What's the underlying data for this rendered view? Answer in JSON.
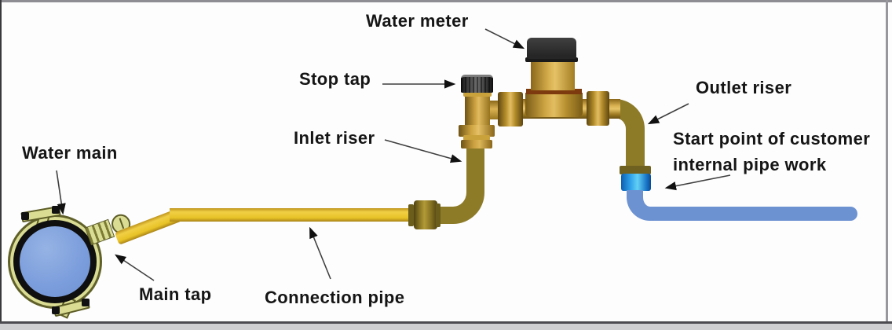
{
  "diagram": {
    "labels": {
      "water_main": "Water main",
      "main_tap": "Main tap",
      "connection_pipe": "Connection pipe",
      "inlet_riser": "Inlet riser",
      "stop_tap": "Stop tap",
      "water_meter": "Water meter",
      "outlet_riser": "Outlet riser",
      "start_point_line1": "Start point of customer",
      "start_point_line2": "internal pipe work"
    },
    "colors": {
      "connection_pipe_yellow": "#e8c327",
      "riser_pipe_olive": "#8d7b28",
      "brass_fitting": "#c99f3f",
      "meter_cap_black": "#2c2c2c",
      "meter_band_maroon": "#7c3a0e",
      "water_main_blue": "#7c9edc",
      "clamp_khaki": "#d9dc92",
      "customer_pipe_blue": "#6d92d2",
      "push_fit_blue": "#2d9fe8",
      "label_text": "#151515"
    }
  }
}
